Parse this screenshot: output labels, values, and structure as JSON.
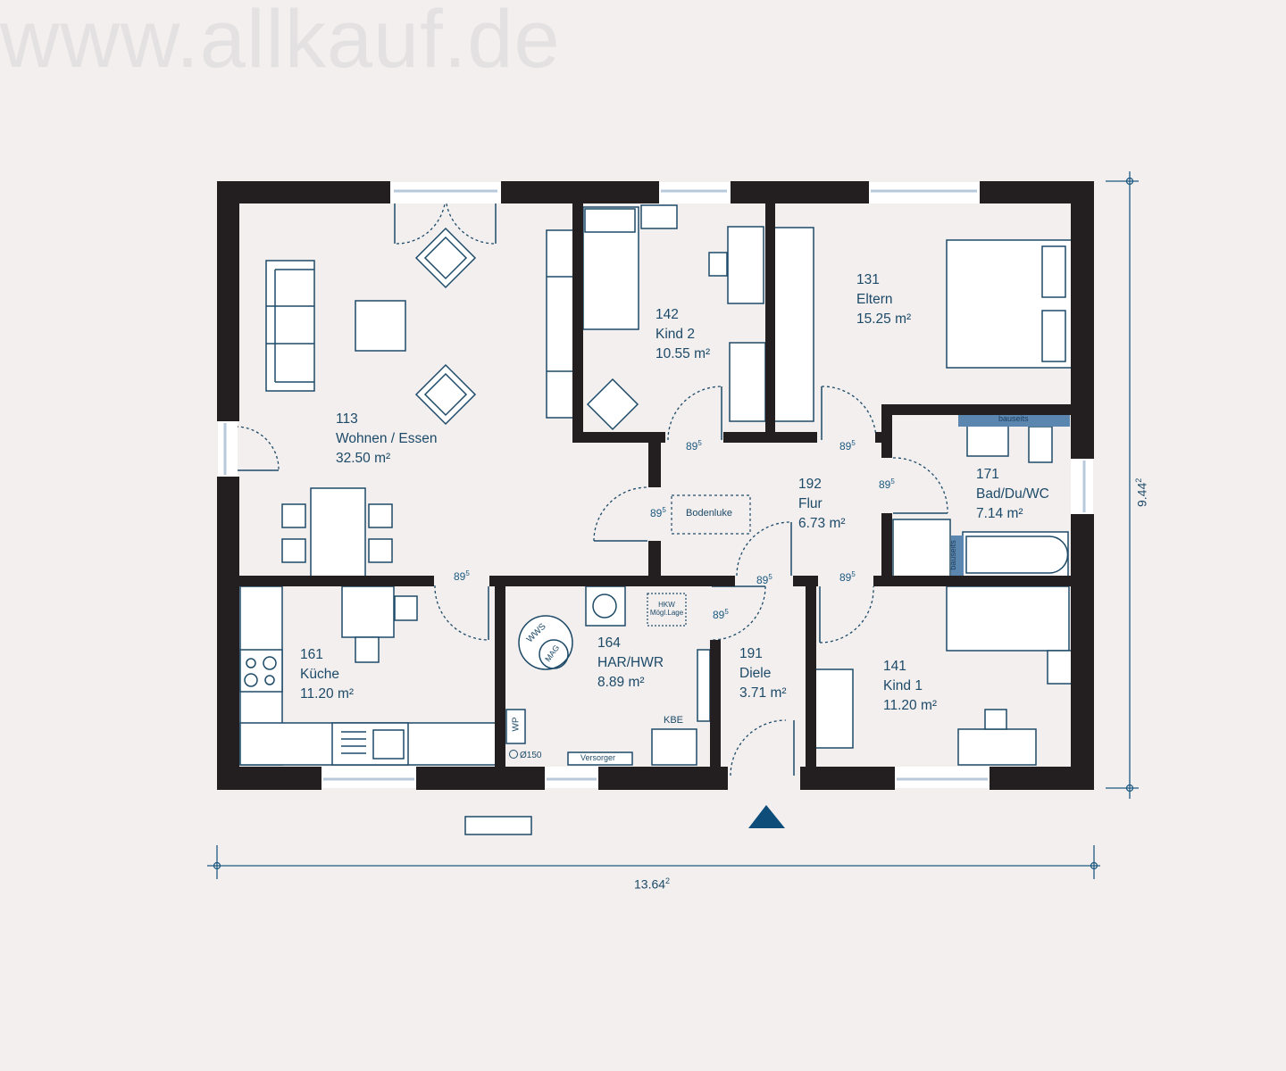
{
  "watermark": "www.allkauf.de",
  "rooms": [
    {
      "id": "113",
      "name": "Wohnen / Essen",
      "area": "32.50 m²"
    },
    {
      "id": "142",
      "name": "Kind 2",
      "area": "10.55 m²"
    },
    {
      "id": "131",
      "name": "Eltern",
      "area": "15.25 m²"
    },
    {
      "id": "192",
      "name": "Flur",
      "area": "6.73 m²"
    },
    {
      "id": "171",
      "name": "Bad/Du/WC",
      "area": "7.14 m²"
    },
    {
      "id": "161",
      "name": "Küche",
      "area": "11.20 m²"
    },
    {
      "id": "164",
      "name": "HAR/HWR",
      "area": "8.89 m²"
    },
    {
      "id": "191",
      "name": "Diele",
      "area": "3.71 m²"
    },
    {
      "id": "141",
      "name": "Kind 1",
      "area": "11.20 m²"
    }
  ],
  "door_width": {
    "main": "89",
    "sup": "5"
  },
  "fixtures": {
    "bodenluke": "Bodenluke",
    "bauseits_top": "bauseits",
    "bauseits_side": "bauseits",
    "hkw_line1": "HKW",
    "hkw_line2": "Mögl.Lage",
    "wws": "WWS",
    "mag": "MAG",
    "wp": "WP",
    "pipe": "Ø150",
    "versorger": "Versorger",
    "kbe": "KBE"
  },
  "dimensions": {
    "width": {
      "main": "13.64",
      "sup": "2"
    },
    "depth": {
      "main": "9.44",
      "sup": "2"
    }
  },
  "colors": {
    "wall": "#231f20",
    "line": "#1d4a68",
    "accent": "#0e4d7a",
    "bauseits": "#5b86b0",
    "background": "#f2efee"
  }
}
